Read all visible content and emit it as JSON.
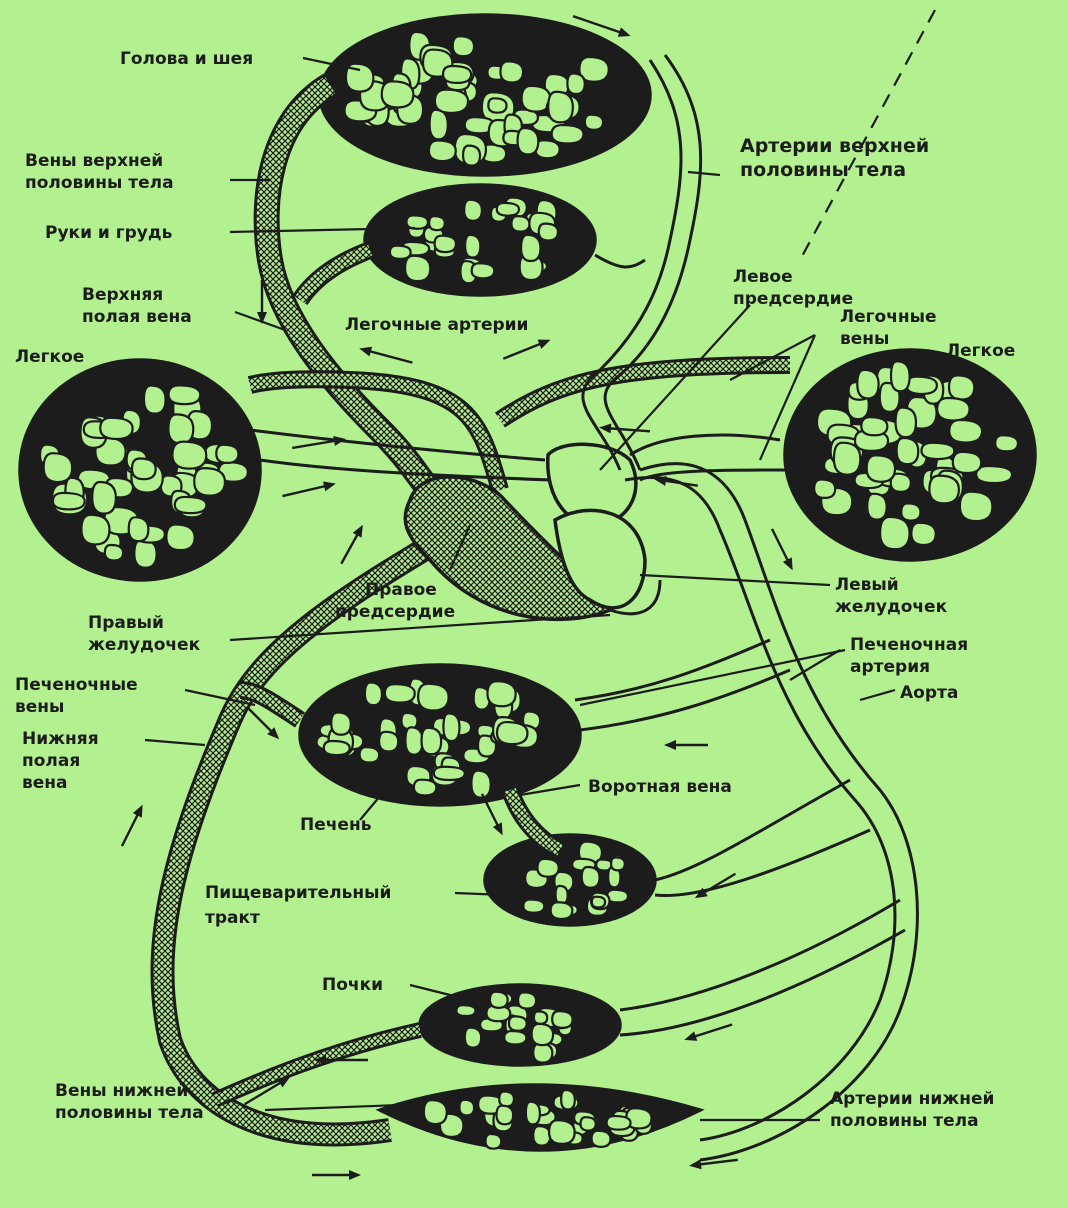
{
  "labels": {
    "head_neck": "Голова и шея",
    "upper_veins": [
      "Вены верхней",
      "половины тела"
    ],
    "upper_arteries": [
      "Артерии верхней",
      "половины тела"
    ],
    "arms_chest": "Руки и грудь",
    "left_atrium": [
      "Левое",
      "предсердие"
    ],
    "superior_vena_cava": [
      "Верхняя",
      "полая вена"
    ],
    "pulmonary_arteries": "Легочные артерии",
    "pulmonary_veins": [
      "Легочные",
      "вены"
    ],
    "lung_left": "Легкое",
    "lung_right": "Легкое",
    "right_atrium": [
      "Правое",
      "предсердие"
    ],
    "left_ventricle": [
      "Левый",
      "желудочек"
    ],
    "right_ventricle": [
      "Правый",
      "желудочек"
    ],
    "hepatic_artery": [
      "Печеночная",
      "артерия"
    ],
    "hepatic_veins": [
      "Печеночные",
      "вены"
    ],
    "aorta": "Аорта",
    "inferior_vena_cava": [
      "Нижняя",
      "полая",
      "вена"
    ],
    "portal_vein": "Воротная вена",
    "liver": "Печень",
    "digestive_tract": [
      "Пищеварительный",
      "тракт"
    ],
    "kidneys": "Почки",
    "lower_veins": [
      "Вены нижней",
      "половины тела"
    ],
    "lower_arteries": [
      "Артерии нижней",
      "половины тела"
    ]
  },
  "colors": {
    "background": "#b3f08f",
    "ink": "#1c1c1c"
  }
}
